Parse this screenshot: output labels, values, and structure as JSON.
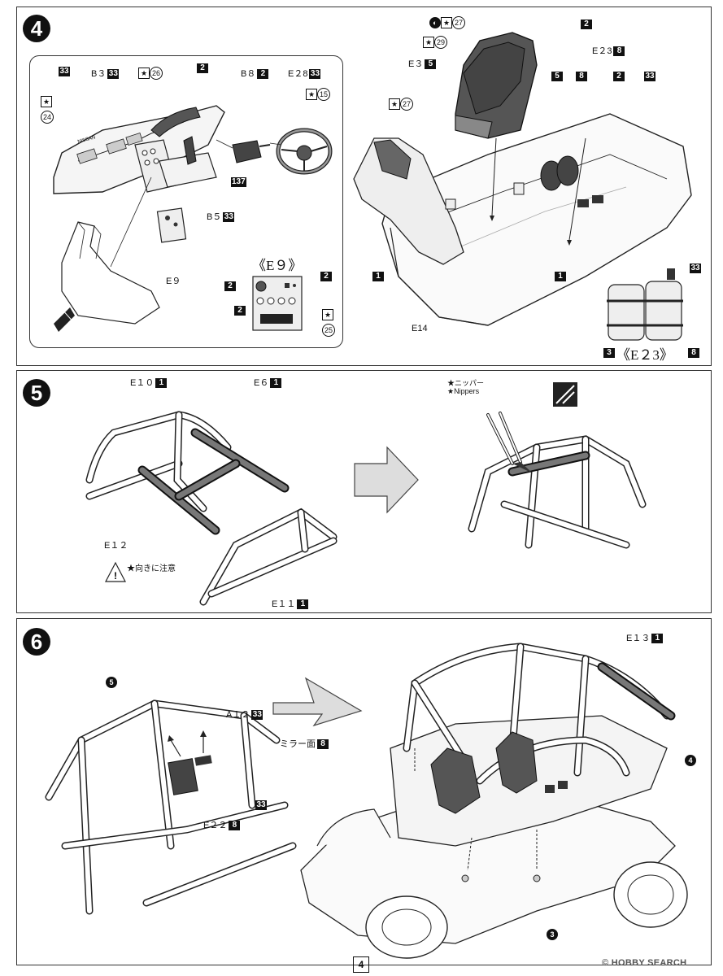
{
  "steps": {
    "s4": "4",
    "s5": "5",
    "s6": "6"
  },
  "step4": {
    "inset": {
      "b3_part": "B３",
      "b3_paint": "33",
      "paint33_top": "33",
      "star_box": "★",
      "paint24": "24",
      "star26": "★",
      "paint26": "26",
      "paint2_top": "2",
      "b8_part": "B８",
      "b8_paint": "2",
      "e28_part": "E２8",
      "e28_paint": "33",
      "star15": "★",
      "paint15": "15",
      "paint137": "137",
      "b5_part": "B５",
      "b5_paint": "33",
      "e9_part": "E９",
      "e9_detail_title": "《E９》",
      "e9_paint2a": "2",
      "e9_paint2b": "2",
      "e9_paint2c": "2",
      "e9_star": "★",
      "e9_paint25": "25"
    },
    "main": {
      "seat_paint27_top": "27",
      "seat_paint29": "29",
      "seat_paint27": "27",
      "e3_part": "E３",
      "e3_paint": "5",
      "paint2_right": "2",
      "paint5": "5",
      "paint8": "8",
      "e23_part": "E２3",
      "e23_paint": "8",
      "paint2_b": "2",
      "paint33_right": "33",
      "paint1_left": "1",
      "paint1_right": "1",
      "e14_part": "E14",
      "e23_detail_title": "《E２3》",
      "e23_paint3": "3",
      "e23_paint8": "8",
      "e23_paint33": "33"
    }
  },
  "step5": {
    "e10_part": "E１０",
    "e10_paint": "1",
    "e6_part": "E６",
    "e6_paint": "1",
    "e12_part": "E１２",
    "e11_part": "E１１",
    "e11_paint": "1",
    "warning_text": "★向きに注意",
    "nippers_jp": "★ニッパー",
    "nippers_en": "★Nippers"
  },
  "step6": {
    "ref5": "5",
    "a12_part": "A１２",
    "a12_paint": "33",
    "mirror_text": "ミラー面",
    "mirror_paint": "8",
    "e22_part": "E２２",
    "e22_paint": "8",
    "paint33": "33",
    "e13_part": "E１３",
    "e13_paint": "1",
    "ref4": "4",
    "ref3": "3"
  },
  "footer": {
    "page": "4",
    "watermark": "© HOBBY SEARCH"
  }
}
